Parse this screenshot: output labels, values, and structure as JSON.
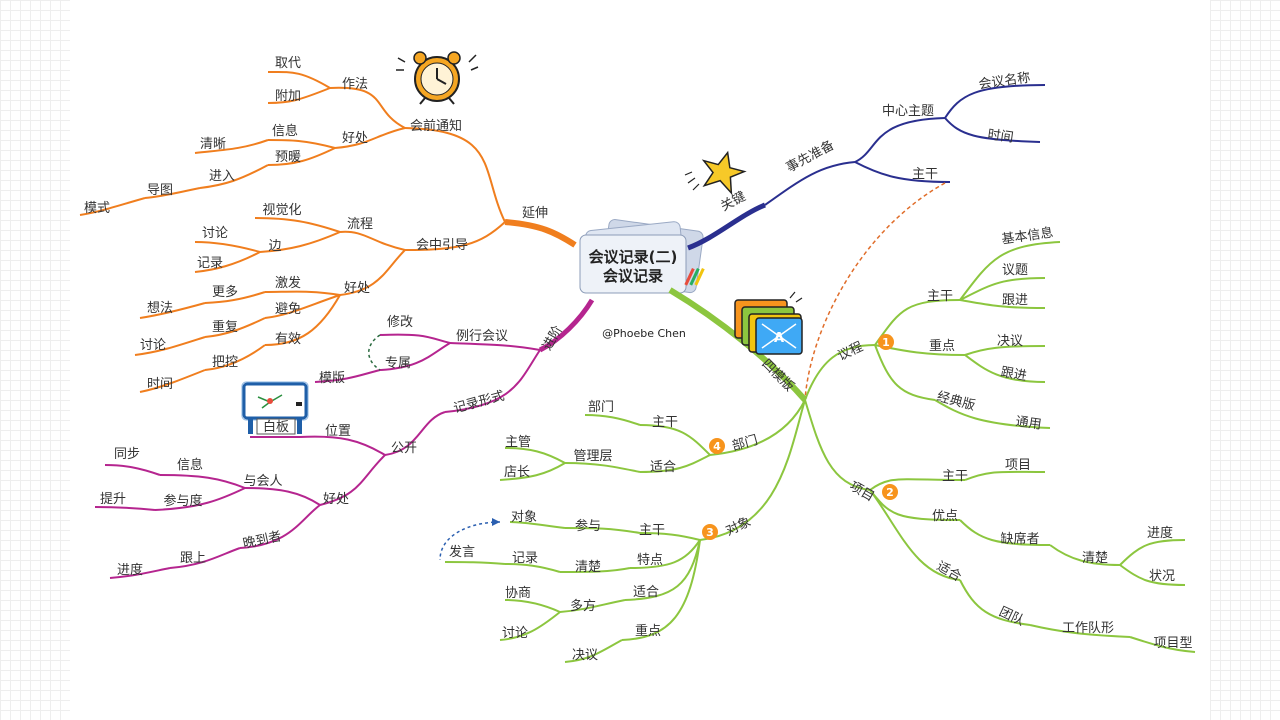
{
  "center": {
    "line1": "会议记录(二)",
    "line2": "会议记录",
    "author": "@Phoebe Chen"
  },
  "colors": {
    "orange": "#f07e1e",
    "navy": "#2a2f8f",
    "green": "#8cc63f",
    "magenta": "#b5258f",
    "badge": "#f7941d",
    "dotted": "#e06d2a"
  },
  "orange": {
    "main": "延伸",
    "pre_notice": {
      "label": "会前通知",
      "method": "作法",
      "replace": "取代",
      "attach": "附加",
      "benefit": "好处",
      "info": "信息",
      "clear": "清晰",
      "warmup": "预暖",
      "enter": "进入",
      "map": "导图",
      "mode": "模式"
    },
    "guide": {
      "label": "会中引导",
      "flow": "流程",
      "visual": "视觉化",
      "discuss": "讨论",
      "side": "边",
      "record": "记录",
      "benefit": "好处",
      "excite": "激发",
      "more": "更多",
      "idea": "想法",
      "avoid": "避免",
      "repeat": "重复",
      "discuss2": "讨论",
      "effective": "有效",
      "control": "把控",
      "time": "时间"
    }
  },
  "navy": {
    "main": "关键",
    "prep": "事先准备",
    "center_topic": "中心主题",
    "meeting_name": "会议名称",
    "time": "时间",
    "trunk": "主干"
  },
  "magenta": {
    "main": "进阶",
    "routine": "例行会议",
    "modify": "修改",
    "dedicated": "专属",
    "template": "模版",
    "record_form": "记录形式",
    "public": "公开",
    "position": "位置",
    "whiteboard": "白板",
    "benefit": "好处",
    "attendees": "与会人",
    "info": "信息",
    "sync": "同步",
    "participation": "参与度",
    "improve": "提升",
    "late": "晚到者",
    "follow": "跟上",
    "progress": "进度"
  },
  "green": {
    "main": "四模版",
    "agenda": {
      "label": "议程",
      "num": "1",
      "trunk": "主干",
      "basic": "基本信息",
      "topic": "议题",
      "follow": "跟进",
      "key": "重点",
      "decision": "决议",
      "follow2": "跟进",
      "classic": "经典版",
      "general": "通用"
    },
    "project": {
      "label": "项目",
      "num": "2",
      "trunk": "主干",
      "item": "项目",
      "advantage": "优点",
      "absent": "缺席者",
      "clear": "清楚",
      "progress": "进度",
      "status": "状况",
      "suitable": "适合",
      "team": "团队",
      "formation": "工作队形",
      "type": "项目型"
    },
    "object": {
      "label": "对象",
      "num": "3",
      "trunk": "主干",
      "participate": "参与",
      "target": "对象",
      "feature": "特点",
      "clear": "清楚",
      "record": "记录",
      "speak": "发言",
      "suitable": "适合",
      "multi": "多方",
      "negotiate": "协商",
      "discuss": "讨论",
      "key": "重点",
      "decision": "决议"
    },
    "department": {
      "label": "部门",
      "num": "4",
      "trunk": "主干",
      "dept": "部门",
      "suitable": "适合",
      "mgmt": "管理层",
      "supervisor": "主管",
      "manager": "店长"
    }
  }
}
